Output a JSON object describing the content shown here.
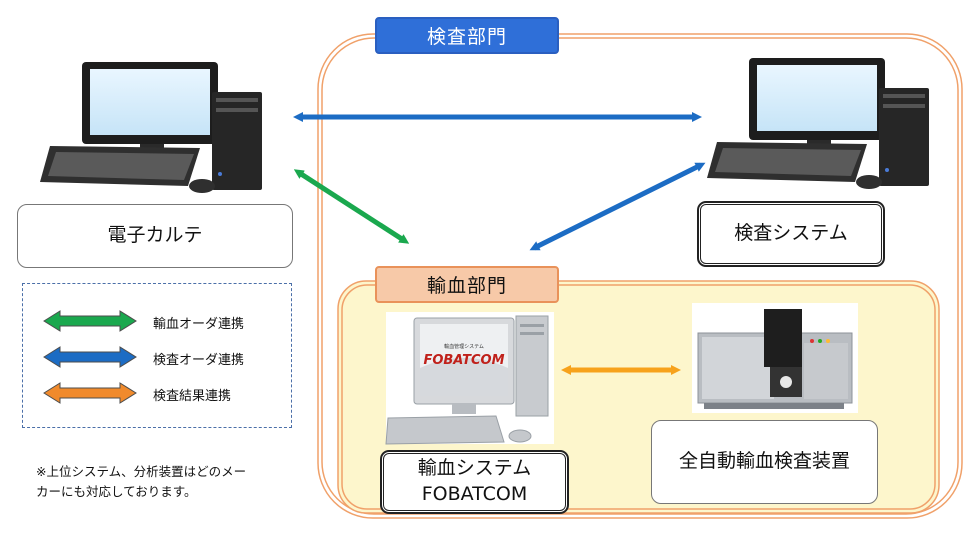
{
  "departments": {
    "kensa": "検査部門",
    "yuketsu": "輸血部門"
  },
  "systems": {
    "emr": "電子カルテ",
    "kensa_system": "検査システム",
    "fobatcom_line1": "輸血システム",
    "fobatcom_line2": "FOBATCOM",
    "analyzer": "全自動輸血検査装置"
  },
  "screen_logo": {
    "brand": "FOBATCOM",
    "tagline": "輸血管理システム"
  },
  "legend": [
    {
      "label": "輸血オーダ連携",
      "color": "#1aa84e"
    },
    {
      "label": "検査オーダ連携",
      "color": "#1c6cc4"
    },
    {
      "label": "検査結果連携",
      "color": "#f08a2c"
    }
  ],
  "footnote": "※上位システム、分析装置はどのメー\nカーにも対応しております。",
  "colors": {
    "kensa_dept_border": "#f0a16a",
    "yuketsu_dept_fill": "#fdf6cc",
    "blue_arrow": "#1c6cc4",
    "green_arrow": "#1aa84e",
    "orange_arrow": "#f7a21b"
  },
  "icons": [
    "desktop-computer-icon",
    "analyzer-machine-icon"
  ]
}
